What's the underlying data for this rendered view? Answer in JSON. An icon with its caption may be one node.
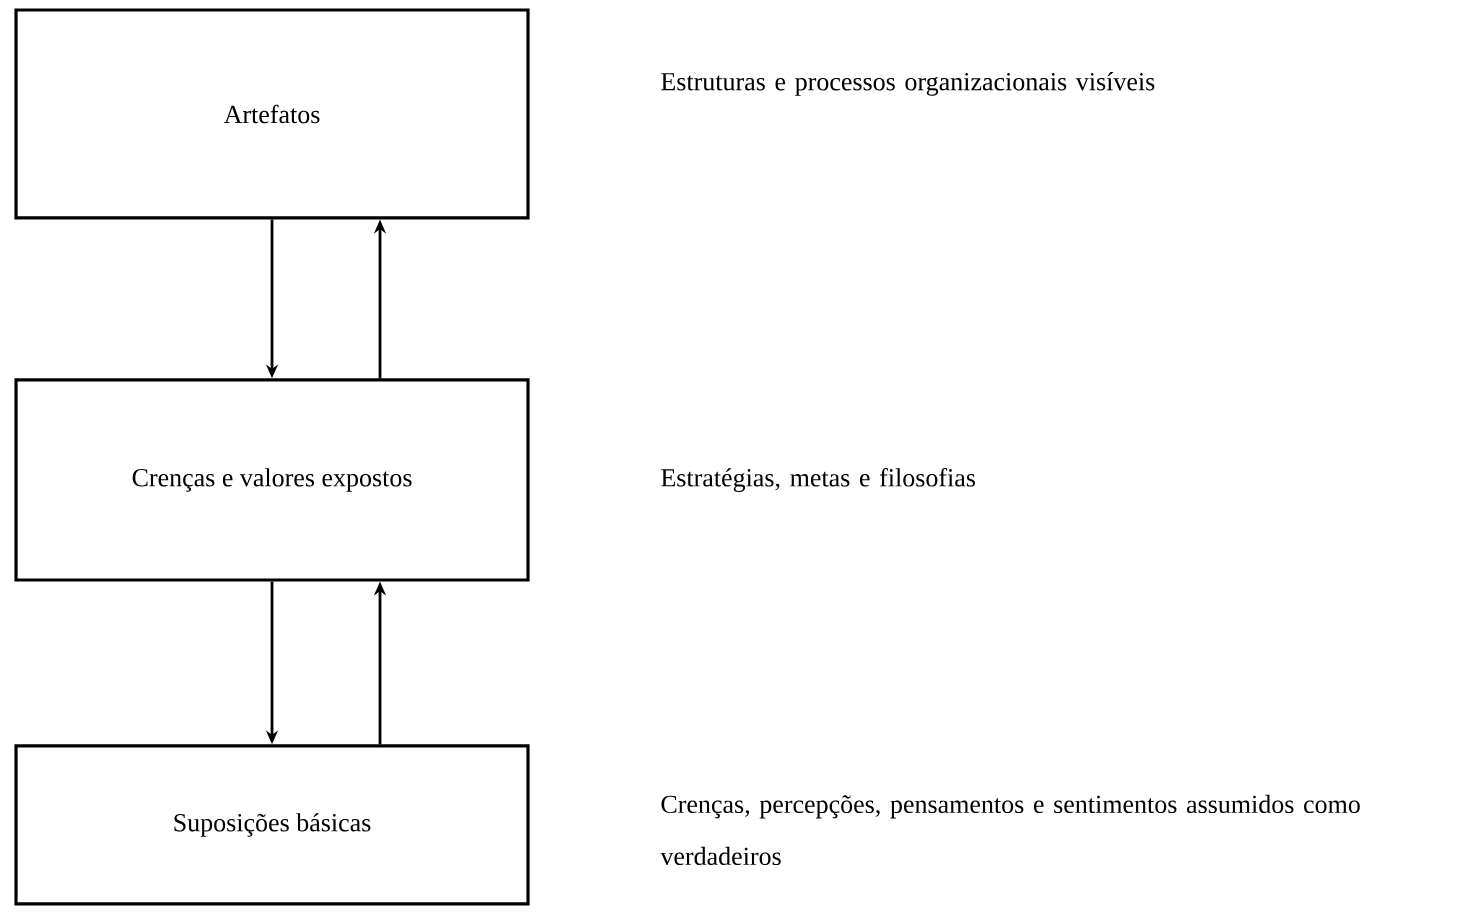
{
  "diagram": {
    "nodes": [
      {
        "text": [
          "Artefatos"
        ]
      },
      {
        "text": [
          "Crenças e valores expostos"
        ]
      },
      {
        "text": [
          "Suposições básicas"
        ]
      }
    ],
    "edges": [
      {
        "from": 0,
        "to": 1,
        "arrow": "to"
      },
      {
        "from": 1,
        "to": 0,
        "arrow": "to"
      },
      {
        "from": 1,
        "to": 2,
        "arrow": "to"
      },
      {
        "from": 2,
        "to": 1,
        "arrow": "to"
      }
    ],
    "labels": [
      "Estruturas e processos organizacionais visíveis",
      "Estratégias, metas e filosofias",
      "Crenças, percepções, pensamentos e sentimentos assumidos como verdadeiros"
    ]
  }
}
